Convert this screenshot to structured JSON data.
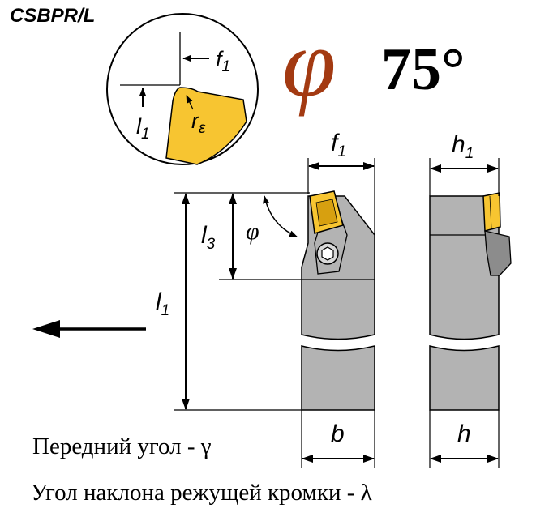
{
  "header": {
    "code": "CSBPR/L",
    "angle_symbol": "φ",
    "angle_value": "75°"
  },
  "detail_view": {
    "f_label": "f",
    "f_sub": "1",
    "l_label": "l",
    "l_sub": "1",
    "r_label": "r",
    "r_sub": "ε"
  },
  "dimensions": {
    "f1": {
      "label": "f",
      "sub": "1"
    },
    "h1": {
      "label": "h",
      "sub": "1"
    },
    "l3": {
      "label": "l",
      "sub": "3"
    },
    "l1": {
      "label": "l",
      "sub": "1"
    },
    "phi": {
      "label": "φ"
    },
    "b": {
      "label": "b"
    },
    "h": {
      "label": "h"
    }
  },
  "captions": {
    "rake_angle": "Передний угол - γ",
    "inclination_angle": "Угол наклона режущей кромки - λ"
  },
  "colors": {
    "insert": "#f7c531",
    "insert_dark": "#d7a010",
    "body": "#b3b3b3",
    "accent": "#a33a12",
    "line": "#000000"
  }
}
